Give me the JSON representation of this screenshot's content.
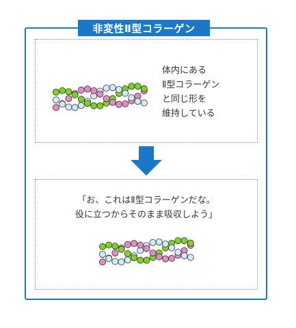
{
  "title": "非変性Ⅱ型コラーゲン",
  "top_box": {
    "lines": [
      "体内にある",
      "Ⅱ型コラーゲン",
      "と同じ形を",
      "維持している"
    ],
    "icon": "collagen-triple-helix-icon"
  },
  "arrow_icon": "down-arrow-icon",
  "bottom_box": {
    "lines": [
      "「お、これはⅡ型コラーゲンだな。",
      "役に立つからそのまま吸収しよう」"
    ],
    "icon": "collagen-triple-helix-icon"
  },
  "colors": {
    "accent": "#1b78c6",
    "strand_green": "#7ed321",
    "strand_pink": "#e58bc4",
    "strand_blue": "#cfeaf8"
  }
}
